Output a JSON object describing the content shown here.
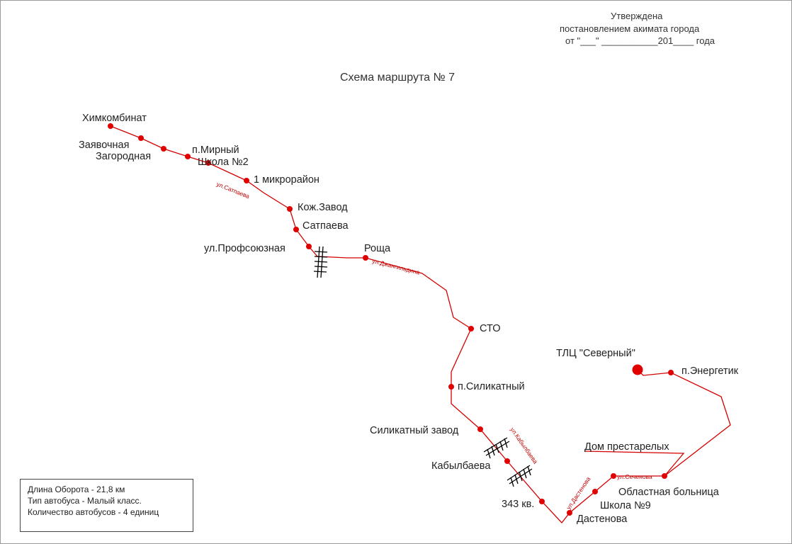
{
  "header": {
    "approved_line1": "Утверждена",
    "approved_line2": "постановлением акимата города",
    "approved_line3": "от  \"___\"  ___________201____ года"
  },
  "title": "Схема маршрута № 7",
  "colors": {
    "route": "#d40000",
    "stop": "#e00000",
    "text": "#222222",
    "rail": "#000000"
  },
  "stops": {
    "khimkombinat": "Химкомбинат",
    "zayavochnaya": "Заявочная",
    "zagorodnaya": "Загородная",
    "p_mirny": "п.Мирный",
    "shkola2": "Школа №2",
    "mikroraion1": "1 микрорайон",
    "kozh_zavod": "Кож.Завод",
    "satpaeva": "Сатпаева",
    "profsoyuznaya": "ул.Профсоюзная",
    "roshcha": "Роща",
    "sto": "СТО",
    "p_silikatny": "п.Силикатный",
    "silikatny_zavod": "Силикатный завод",
    "kabylbaeva": "Кабылбаева",
    "kv343": "343 кв.",
    "dastenova": "Дастенова",
    "shkola9": "Школа №9",
    "oblastnaya": "Областная больница",
    "p_energetik": "п.Энергетик",
    "tlc_severny": "ТЛЦ \"Северный\""
  },
  "landmarks": {
    "dom_prestarelykh": "Дом престарелых"
  },
  "streets": {
    "satpaeva": "ул.Сатпаева",
    "dzhangildina": "ул.Джангильдина",
    "kabylbaeva": "ул.Кабылбаева",
    "dastenova": "ул.Дастенова",
    "sechenova": "ул.Сеченова"
  },
  "info": {
    "length": "Длина Оборота - 21,8 км",
    "bus_type": "Тип автобуса - Малый класс.",
    "bus_count": "Количество автобусов - 4 единиц"
  }
}
